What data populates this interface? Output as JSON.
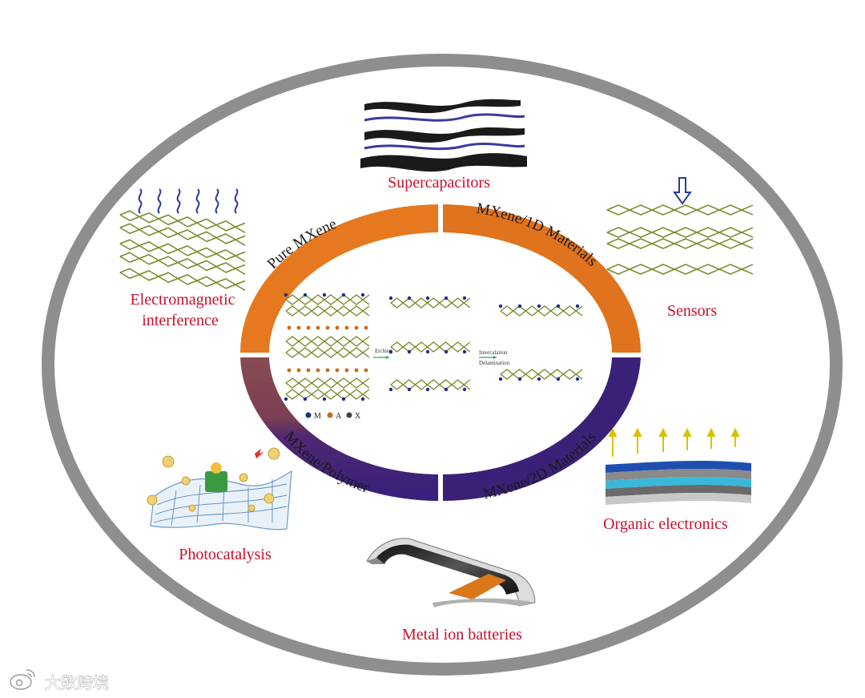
{
  "applications": [
    {
      "key": "supercapacitors",
      "lines": [
        "Supercapacitors"
      ]
    },
    {
      "key": "emi",
      "lines": [
        "Electromagnetic",
        "interference"
      ]
    },
    {
      "key": "sensors",
      "lines": [
        "Sensors"
      ]
    },
    {
      "key": "organic",
      "lines": [
        "Organic electronics"
      ]
    },
    {
      "key": "photocatalysis",
      "lines": [
        "Photocatalysis"
      ]
    },
    {
      "key": "batteries",
      "lines": [
        "Metal ion batteries"
      ]
    }
  ],
  "ring_segments": [
    {
      "key": "pure",
      "label": "Pure MXene"
    },
    {
      "key": "one_d",
      "label": "MXene/1D Materials"
    },
    {
      "key": "polymer",
      "label": "MXene/Polymer"
    },
    {
      "key": "two_d",
      "label": "MXene/2D Materials"
    }
  ],
  "process": {
    "step1": "Etching",
    "step2a": "Intercalation",
    "step2b": "Delamination"
  },
  "legend": [
    {
      "symbol": "M",
      "color": "#1a2f8a"
    },
    {
      "symbol": "A",
      "color": "#c86a1a"
    },
    {
      "symbol": "X",
      "color": "#444444"
    }
  ],
  "colors": {
    "outer_ring": "#8e8e8e",
    "ring_top": "#e77a1e",
    "ring_bottom": "#3a2280",
    "label_red": "#c8102e"
  },
  "watermark": {
    "text": "大数跨境",
    "icon": "weibo-logo-icon"
  }
}
